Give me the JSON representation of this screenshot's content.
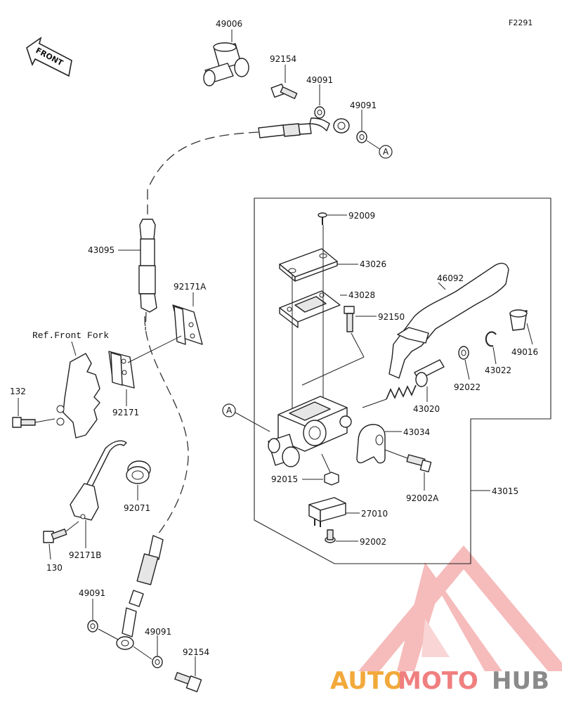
{
  "figure_code": "F2291",
  "front_badge": "FRONT",
  "ref_label": "Ref.Front Fork",
  "callouts": {
    "a_upper": "A",
    "a_lower": "A"
  },
  "parts": {
    "p49006": "49006",
    "p92154_top": "92154",
    "p49091_a": "49091",
    "p49091_b": "49091",
    "p43095": "43095",
    "p92171A": "92171A",
    "p92171": "92171",
    "p132": "132",
    "p92071": "92071",
    "p92171B": "92171B",
    "p130": "130",
    "p49091_c": "49091",
    "p49091_d": "49091",
    "p92154_bottom": "92154",
    "p92009": "92009",
    "p43026": "43026",
    "p43028": "43028",
    "p92150": "92150",
    "p46092": "46092",
    "p49016": "49016",
    "p43022": "43022",
    "p92022": "92022",
    "p43020": "43020",
    "p43034": "43034",
    "p92015": "92015",
    "p92002A": "92002A",
    "p43015": "43015",
    "p27010": "27010",
    "p92002": "92002"
  },
  "watermark": {
    "text_a": "AUTO",
    "text_b": "MOTO",
    "text_c": "HUB",
    "color_red": "#f07f7f",
    "color_orange": "#f2a93b",
    "color_gray": "#8a8a8a"
  }
}
